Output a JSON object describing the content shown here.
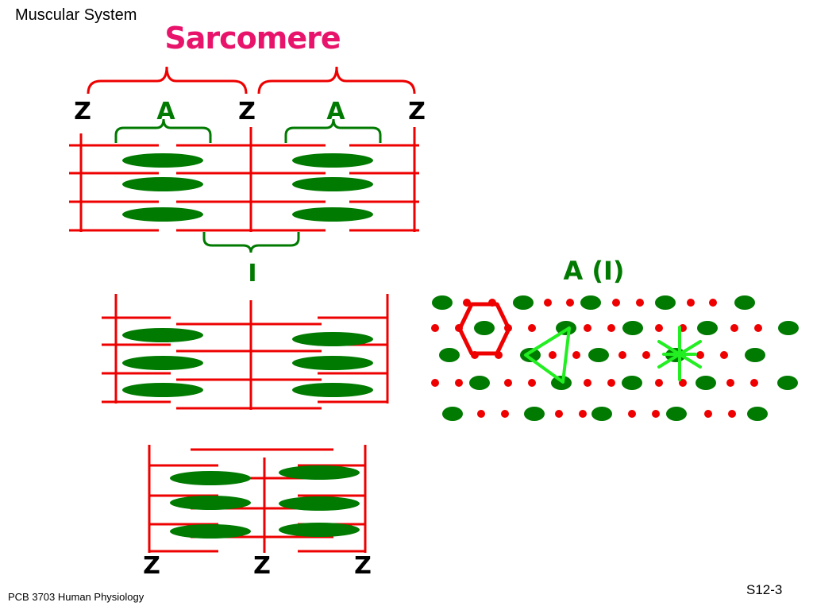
{
  "header": {
    "course": "Muscular System"
  },
  "title": "Sarcomere",
  "footer": {
    "left": "PCB 3703 Human Physiology",
    "right": "S12-3"
  },
  "labels": {
    "z": "Z",
    "a_band": "A",
    "i_band": "I",
    "cross_section": "A (I)"
  },
  "colors": {
    "title": "#e8146c",
    "thin_filament": "#ee0000",
    "thick_filament": "#007a00",
    "highlight": "#22ee22"
  }
}
